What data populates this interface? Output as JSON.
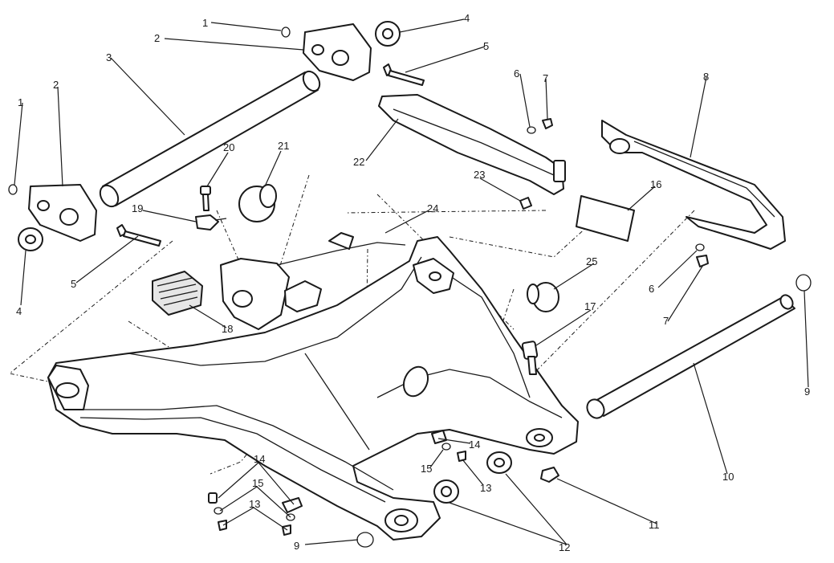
{
  "diagram": {
    "type": "exploded-parts-view",
    "subject": "swingarm assembly",
    "callouts": {
      "c1a": "1",
      "c1b": "1",
      "c2a": "2",
      "c2b": "2",
      "c3": "3",
      "c4a": "4",
      "c4b": "4",
      "c5a": "5",
      "c5b": "5",
      "c6a": "6",
      "c6b": "6",
      "c7a": "7",
      "c7b": "7",
      "c8": "8",
      "c9a": "9",
      "c9b": "9",
      "c10": "10",
      "c11": "11",
      "c12": "12",
      "c13a": "13",
      "c13b": "13",
      "c14a": "14",
      "c14b": "14",
      "c15a": "15",
      "c15b": "15",
      "c16": "16",
      "c17": "17",
      "c18": "18",
      "c19": "19",
      "c20": "20",
      "c21": "21",
      "c22": "22",
      "c23": "23",
      "c24": "24",
      "c25": "25"
    }
  }
}
